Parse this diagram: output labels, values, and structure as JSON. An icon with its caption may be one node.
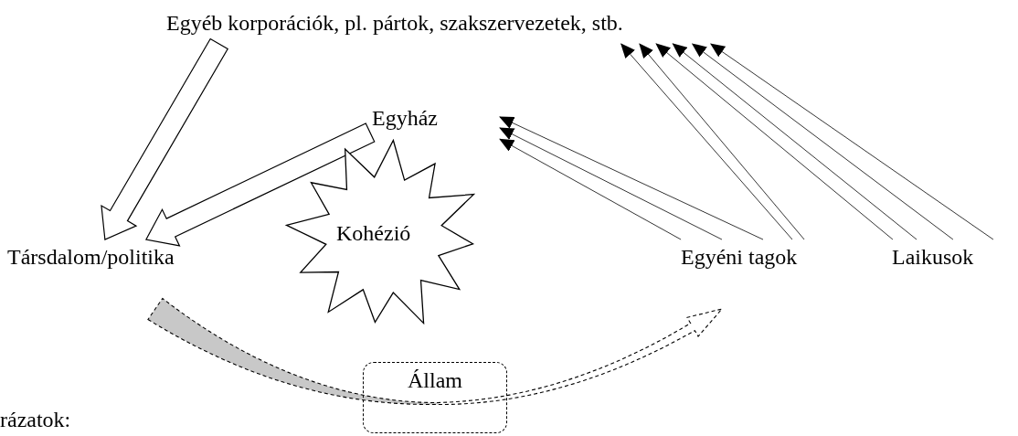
{
  "diagram": {
    "nodes": [
      {
        "text": [
          "Egyéb korporációk, pl. pártok, szakszervezetek, stb."
        ]
      },
      {
        "text": [
          "Egyház"
        ]
      },
      {
        "text": [
          "Kohézió"
        ]
      },
      {
        "text": [
          "Társdalom/politika"
        ]
      },
      {
        "text": [
          "Egyéni tagok"
        ]
      },
      {
        "text": [
          "Laikusok"
        ]
      },
      {
        "text": [
          "Állam"
        ]
      }
    ],
    "edges": [
      {
        "from": 0,
        "to": 3,
        "arrow": "to",
        "style": "thick"
      },
      {
        "from": 1,
        "to": 3,
        "arrow": "to",
        "style": "thick"
      },
      {
        "from": 4,
        "to": 1,
        "arrow": "to"
      },
      {
        "from": 4,
        "to": 1,
        "arrow": "to"
      },
      {
        "from": 4,
        "to": 1,
        "arrow": "to"
      },
      {
        "from": 4,
        "to": 0,
        "arrow": "to"
      },
      {
        "from": 4,
        "to": 0,
        "arrow": "to"
      },
      {
        "from": 5,
        "to": 0,
        "arrow": "to"
      },
      {
        "from": 5,
        "to": 0,
        "arrow": "to"
      },
      {
        "from": 5,
        "to": 0,
        "arrow": "to"
      },
      {
        "from": 5,
        "to": 0,
        "arrow": "to"
      },
      {
        "from": 3,
        "to": 4,
        "arrow": "to",
        "style": "dashed"
      }
    ],
    "labels": [
      "rázatok:"
    ]
  }
}
